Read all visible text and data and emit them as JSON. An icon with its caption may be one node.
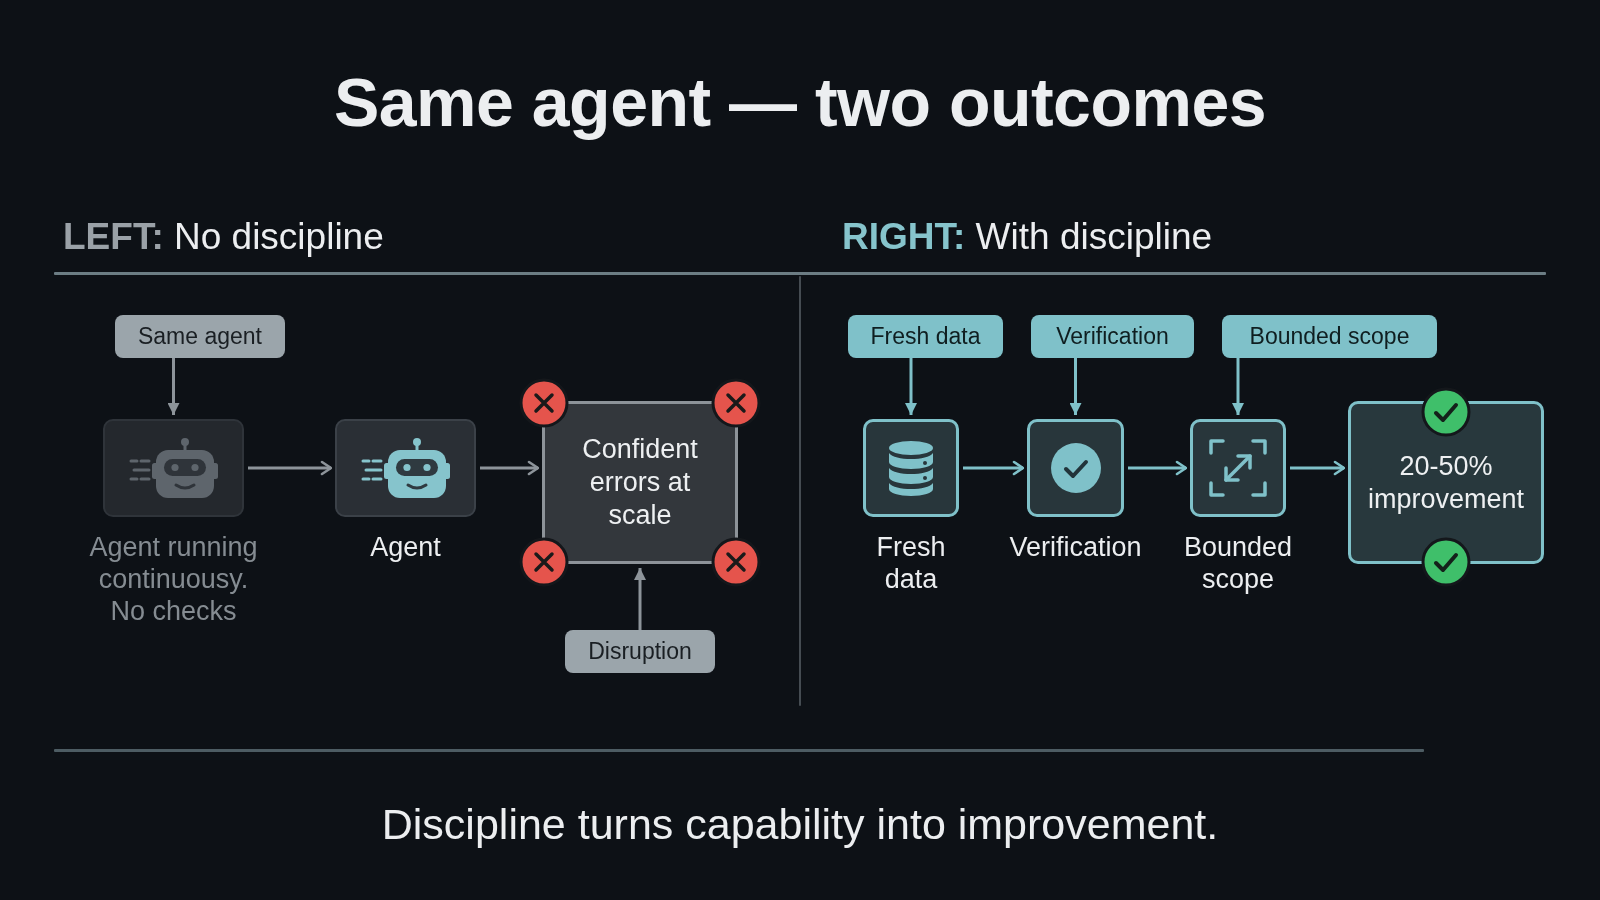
{
  "diagram": {
    "title": "Same agent — two outcomes",
    "caption": "Discipline turns capability into improvement.",
    "nodes": [
      {
        "text": [
          "Same agent"
        ]
      },
      {
        "text": [],
        "shape": "box",
        "beside": [
          "Agent running continuousy. No checks"
        ]
      },
      {
        "text": [],
        "shape": "box",
        "beside": [
          "Agent"
        ]
      },
      {
        "text": [
          "Confident errors at scale"
        ]
      },
      {
        "text": [
          "Disruption"
        ]
      },
      {
        "text": [
          "Fresh data"
        ]
      },
      {
        "text": [
          "Verification"
        ]
      },
      {
        "text": [
          "Bounded scope"
        ]
      },
      {
        "text": [],
        "shape": "box",
        "beside": [
          "Fresh data"
        ]
      },
      {
        "text": [],
        "shape": "box",
        "beside": [
          "Verification"
        ]
      },
      {
        "text": [],
        "shape": "box",
        "beside": [
          "Bounded scope"
        ]
      },
      {
        "text": [
          "20-50% improvement"
        ]
      }
    ],
    "edges": [
      {
        "from": 0,
        "to": 1,
        "arrow": "to",
        "color": "#8d949a"
      },
      {
        "from": 1,
        "to": 2,
        "arrow": "to",
        "color": "#8d949a"
      },
      {
        "from": 2,
        "to": 3,
        "arrow": "to",
        "color": "#8d949a"
      },
      {
        "from": 4,
        "to": 3,
        "arrow": "to",
        "color": "#8d949a"
      },
      {
        "from": 5,
        "to": 8,
        "arrow": "to"
      },
      {
        "from": 6,
        "to": 9,
        "arrow": "to"
      },
      {
        "from": 7,
        "to": 10,
        "arrow": "to"
      },
      {
        "from": 8,
        "to": 9,
        "arrow": "to"
      },
      {
        "from": 9,
        "to": 10,
        "arrow": "to"
      },
      {
        "from": 10,
        "to": 11,
        "arrow": "to"
      }
    ],
    "labels": [
      "**LEFT:** No discipline",
      "**RIGHT:** With discipline"
    ]
  }
}
